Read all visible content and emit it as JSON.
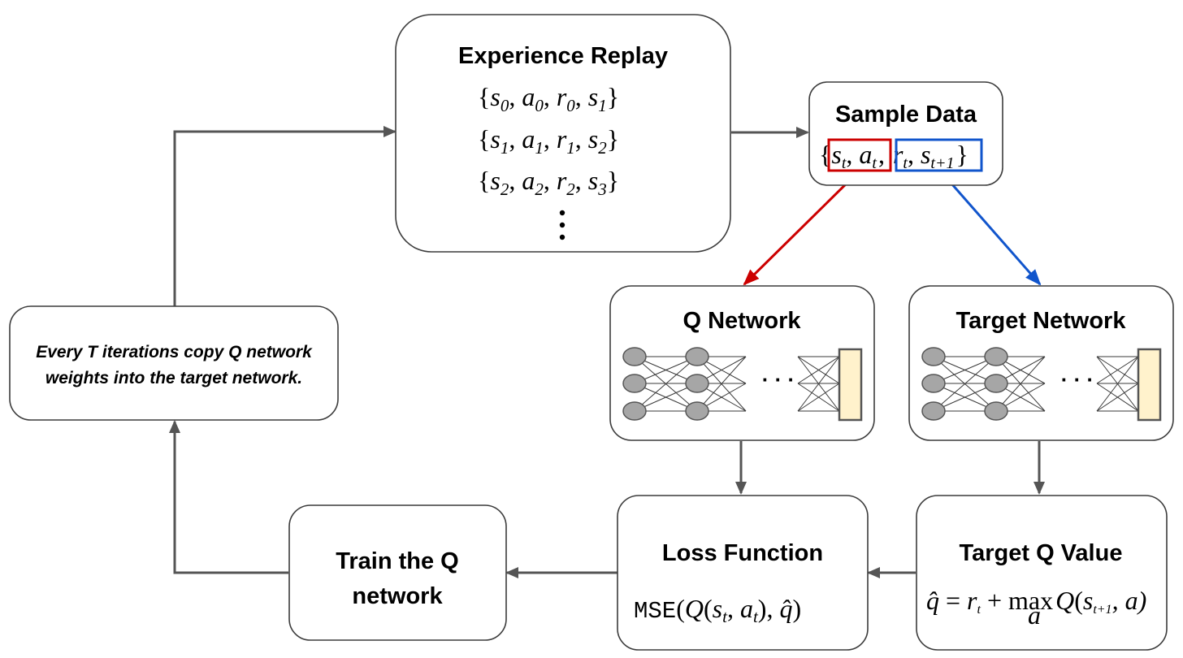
{
  "colors": {
    "box_stroke": "#3c3c3c",
    "arrow": "#555555",
    "state_action_highlight": "#cc0000",
    "reward_next_state_highlight": "#1155cc",
    "node_fill": "#a6a6a6",
    "output_layer_fill": "#fff2cc"
  },
  "experience_replay": {
    "title": "Experience Replay",
    "rows": [
      [
        "{",
        "s",
        "0",
        ", ",
        "a",
        "0",
        ", ",
        "r",
        "0",
        ", ",
        "s",
        "1",
        "}"
      ],
      [
        "{",
        "s",
        "1",
        ", ",
        "a",
        "1",
        ", ",
        "r",
        "1",
        ", ",
        "s",
        "2",
        "}"
      ],
      [
        "{",
        "s",
        "2",
        ", ",
        "a",
        "2",
        ", ",
        "r",
        "2",
        ", ",
        "s",
        "3",
        "}"
      ]
    ],
    "ellipsis": "vertical-dots"
  },
  "sample_data": {
    "title": "Sample Data",
    "open": "{",
    "s": "s",
    "s_sub": "t",
    "comma": ", ",
    "a": "a",
    "a_sub": "t",
    "r": "r",
    "r_sub": "t",
    "s2": "s",
    "s2_sub": "t+1",
    "close": "}"
  },
  "q_network": {
    "title": "Q Network",
    "ellipsis": "· · ·"
  },
  "target_network": {
    "title": "Target Network",
    "ellipsis": "· · ·"
  },
  "target_q_value": {
    "title": "Target Q Value",
    "qhat": "q̂",
    "eq": " = ",
    "r": "r",
    "r_sub": "t",
    "plus": " + ",
    "max": "max",
    "max_sub": "a",
    "Q": "Q",
    "args_open": "(",
    "s": "s",
    "s_sub": "t+1",
    "args_rest": ", a)"
  },
  "loss_function": {
    "title": "Loss Function",
    "mse": "MSE",
    "open": "(",
    "Q": "Q",
    "inner_open": "(",
    "s": "s",
    "s_sub": "t",
    "comma": ", ",
    "a": "a",
    "a_sub": "t",
    "inner_close": "), ",
    "qhat": "q̂",
    "close": ")"
  },
  "train": {
    "line1": "Train the Q",
    "line2": "network"
  },
  "copy_note": {
    "line1": "Every T iterations copy Q network",
    "line2": "weights into the target network."
  }
}
